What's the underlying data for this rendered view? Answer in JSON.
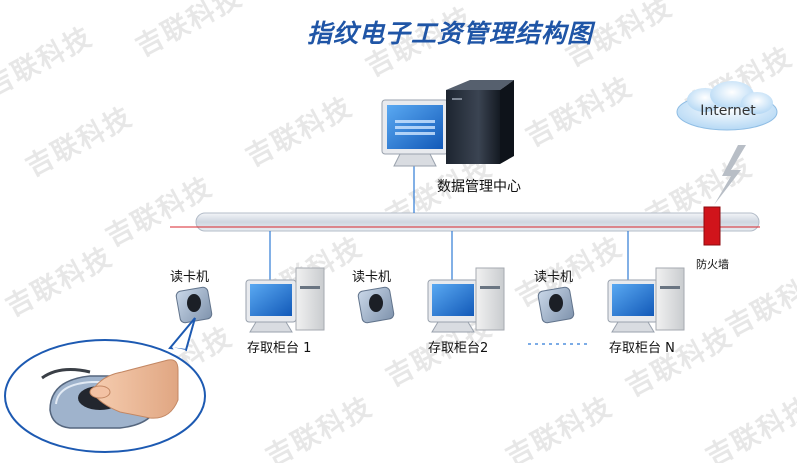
{
  "title": "指纹电子工资管理结构图",
  "watermark": "吉联科技",
  "cloud_label": "Internet",
  "data_center_label": "数据管理中心",
  "firewall_label": "防火墙",
  "card_reader_labels": [
    "读卡机",
    "读卡机",
    "读卡机"
  ],
  "cabinet_labels": [
    "存取柜台 1",
    "存取柜台2",
    "存取柜台 N"
  ],
  "colors": {
    "title": "#1f55a6",
    "bus": "#cfd6e0",
    "bus_line": "#d9262c",
    "firewall": "#d0141b",
    "connector": "#2f7bd6",
    "lightning": "#b8bec6"
  }
}
